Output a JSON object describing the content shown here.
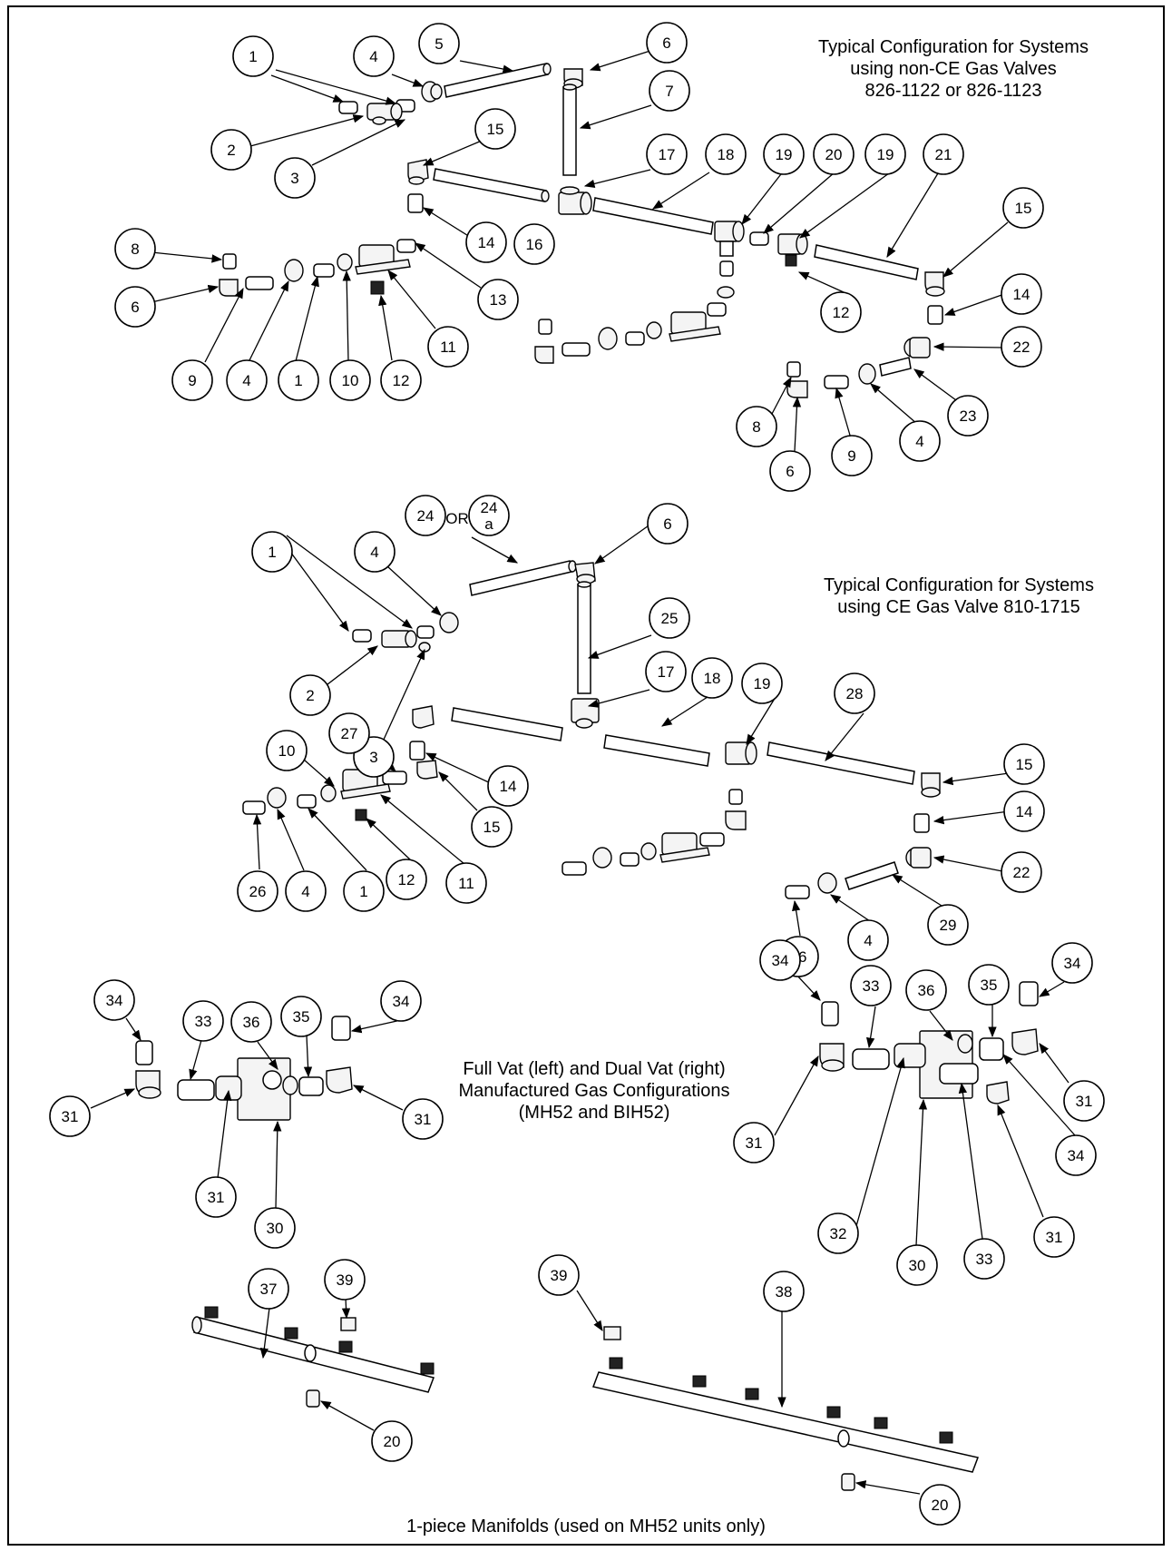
{
  "sections": {
    "s1_caption": [
      "Typical Configuration for Systems",
      "using non-CE Gas Valves",
      "826-1122 or 826-1123"
    ],
    "s2_caption": [
      "Typical Configuration for Systems",
      "using CE Gas Valve 810-1715"
    ],
    "s3_caption": [
      "Full Vat (left) and Dual Vat (right)",
      "Manufactured Gas Configurations",
      "(MH52 and BIH52)"
    ],
    "s4_caption": [
      "1-piece Manifolds (used on MH52 units only)"
    ]
  },
  "or_label": "OR",
  "callouts": [
    {
      "label": "1"
    },
    {
      "label": "4"
    },
    {
      "label": "5"
    },
    {
      "label": "6"
    },
    {
      "label": "7"
    },
    {
      "label": "2"
    },
    {
      "label": "3"
    },
    {
      "label": "15"
    },
    {
      "label": "17"
    },
    {
      "label": "18"
    },
    {
      "label": "19"
    },
    {
      "label": "20"
    },
    {
      "label": "19"
    },
    {
      "label": "21"
    },
    {
      "label": "15"
    },
    {
      "label": "8"
    },
    {
      "label": "6"
    },
    {
      "label": "14"
    },
    {
      "label": "16"
    },
    {
      "label": "13"
    },
    {
      "label": "9"
    },
    {
      "label": "4"
    },
    {
      "label": "1"
    },
    {
      "label": "10"
    },
    {
      "label": "12"
    },
    {
      "label": "11"
    },
    {
      "label": "12"
    },
    {
      "label": "14"
    },
    {
      "label": "22"
    },
    {
      "label": "8"
    },
    {
      "label": "23"
    },
    {
      "label": "6"
    },
    {
      "label": "9"
    },
    {
      "label": "4"
    },
    {
      "label": "24"
    },
    {
      "label": "24 a"
    },
    {
      "label": "6"
    },
    {
      "label": "1"
    },
    {
      "label": "4"
    },
    {
      "label": "25"
    },
    {
      "label": "2"
    },
    {
      "label": "3"
    },
    {
      "label": "17"
    },
    {
      "label": "18"
    },
    {
      "label": "19"
    },
    {
      "label": "28"
    },
    {
      "label": "10"
    },
    {
      "label": "27"
    },
    {
      "label": "14"
    },
    {
      "label": "15"
    },
    {
      "label": "15"
    },
    {
      "label": "11"
    },
    {
      "label": "14"
    },
    {
      "label": "12"
    },
    {
      "label": "22"
    },
    {
      "label": "26"
    },
    {
      "label": "4"
    },
    {
      "label": "1"
    },
    {
      "label": "29"
    },
    {
      "label": "26"
    },
    {
      "label": "4"
    },
    {
      "label": "34"
    },
    {
      "label": "33"
    },
    {
      "label": "36"
    },
    {
      "label": "35"
    },
    {
      "label": "34"
    },
    {
      "label": "31"
    },
    {
      "label": "31"
    },
    {
      "label": "31"
    },
    {
      "label": "30"
    },
    {
      "label": "34"
    },
    {
      "label": "33"
    },
    {
      "label": "36"
    },
    {
      "label": "35"
    },
    {
      "label": "34"
    },
    {
      "label": "31"
    },
    {
      "label": "31"
    },
    {
      "label": "34"
    },
    {
      "label": "32"
    },
    {
      "label": "30"
    },
    {
      "label": "33"
    },
    {
      "label": "31"
    },
    {
      "label": "37"
    },
    {
      "label": "39"
    },
    {
      "label": "20"
    },
    {
      "label": "39"
    },
    {
      "label": "38"
    },
    {
      "label": "20"
    }
  ]
}
